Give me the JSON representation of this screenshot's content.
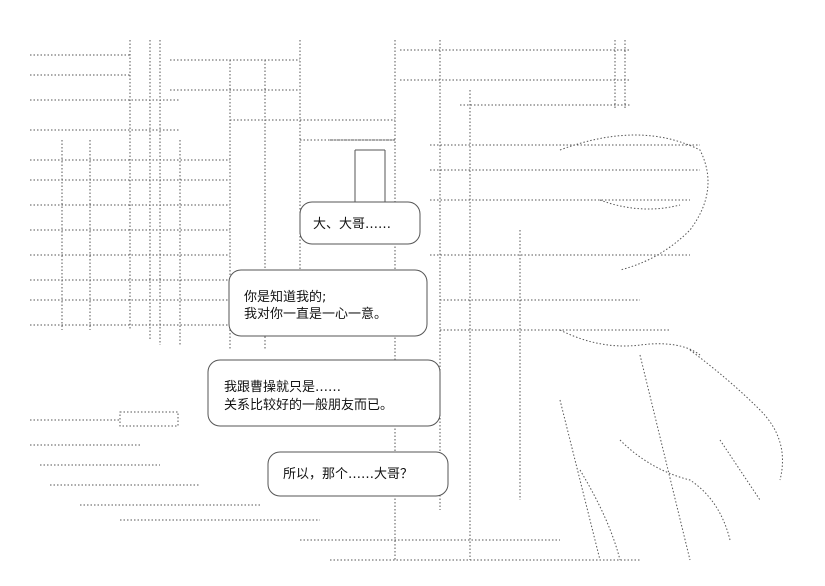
{
  "palette": {
    "ink": "#444444",
    "paper": "#ffffff",
    "text": "#111111"
  },
  "bubbles": [
    {
      "id": "bubble-1",
      "lines": [
        "大、大哥……"
      ]
    },
    {
      "id": "bubble-2",
      "lines": [
        "你是知道我的;",
        "我对你一直是一心一意。"
      ]
    },
    {
      "id": "bubble-3",
      "lines": [
        "我跟曹操就只是……",
        "关系比较好的一般朋友而已。"
      ]
    },
    {
      "id": "bubble-4",
      "lines": [
        "所以，那个……大哥？"
      ]
    }
  ]
}
